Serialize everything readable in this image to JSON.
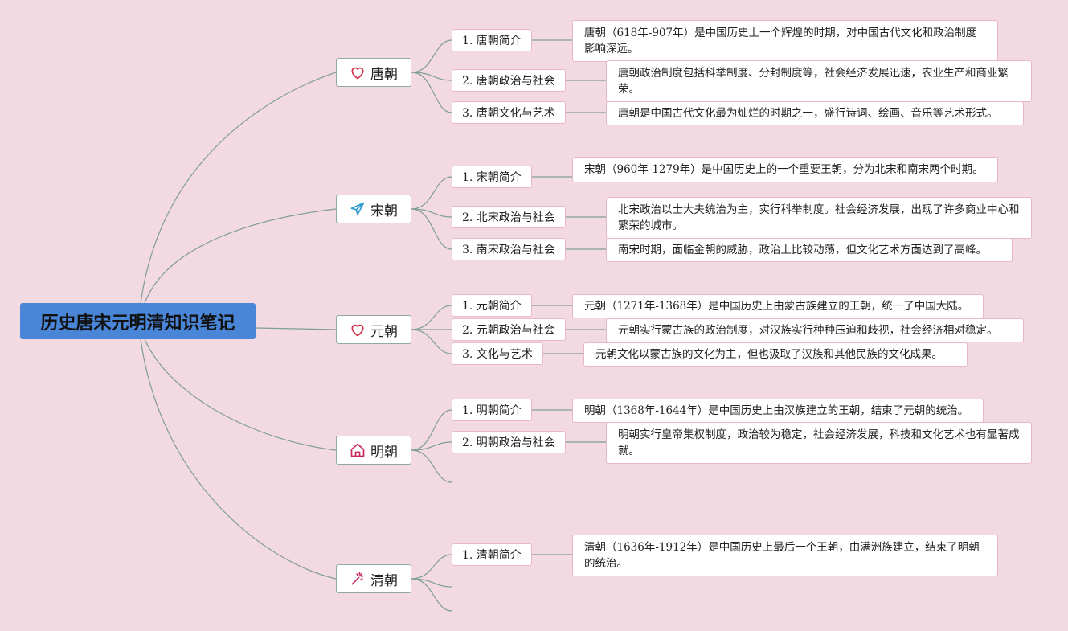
{
  "root": {
    "title": "历史唐宋元明清知识笔记"
  },
  "branches": [
    {
      "label": "唐朝",
      "icon": "heart-icon",
      "topics": [
        {
          "label": "1. 唐朝简介",
          "note": "唐朝（618年-907年）是中国历史上一个辉煌的时期，对中国古代文化和政治制度影响深远。"
        },
        {
          "label": "2. 唐朝政治与社会",
          "note": "唐朝政治制度包括科举制度、分封制度等，社会经济发展迅速，农业生产和商业繁荣。"
        },
        {
          "label": "3. 唐朝文化与艺术",
          "note": "唐朝是中国古代文化最为灿烂的时期之一，盛行诗词、绘画、音乐等艺术形式。"
        }
      ]
    },
    {
      "label": "宋朝",
      "icon": "paper-plane-icon",
      "topics": [
        {
          "label": "1. 宋朝简介",
          "note": "宋朝（960年-1279年）是中国历史上的一个重要王朝，分为北宋和南宋两个时期。"
        },
        {
          "label": "2. 北宋政治与社会",
          "note": "北宋政治以士大夫统治为主，实行科举制度。社会经济发展，出现了许多商业中心和繁荣的城市。"
        },
        {
          "label": "3. 南宋政治与社会",
          "note": "南宋时期，面临金朝的威胁，政治上比较动荡，但文化艺术方面达到了高峰。"
        }
      ]
    },
    {
      "label": "元朝",
      "icon": "heart-icon",
      "topics": [
        {
          "label": "1. 元朝简介",
          "note": "元朝（1271年-1368年）是中国历史上由蒙古族建立的王朝，统一了中国大陆。"
        },
        {
          "label": "2. 元朝政治与社会",
          "note": "元朝实行蒙古族的政治制度，对汉族实行种种压迫和歧视，社会经济相对稳定。"
        },
        {
          "label": "3. 文化与艺术",
          "note": "元朝文化以蒙古族的文化为主，但也汲取了汉族和其他民族的文化成果。"
        }
      ]
    },
    {
      "label": "明朝",
      "icon": "home-icon",
      "topics": [
        {
          "label": "1. 明朝简介",
          "note": "明朝（1368年-1644年）是中国历史上由汉族建立的王朝，结束了元朝的统治。"
        },
        {
          "label": "2. 明朝政治与社会",
          "note": "明朝实行皇帝集权制度，政治较为稳定，社会经济发展，科技和文化艺术也有显著成就。"
        }
      ]
    },
    {
      "label": "清朝",
      "icon": "magic-wand-icon",
      "topics": [
        {
          "label": "1. 清朝简介",
          "note": "清朝（1636年-1912年）是中国历史上最后一个王朝，由满洲族建立，结束了明朝的统治。"
        }
      ]
    }
  ],
  "colors": {
    "background": "#f3d9e1",
    "root": "#4a86d8",
    "connector": "#7f9e98",
    "border": "#e9b8c6"
  }
}
